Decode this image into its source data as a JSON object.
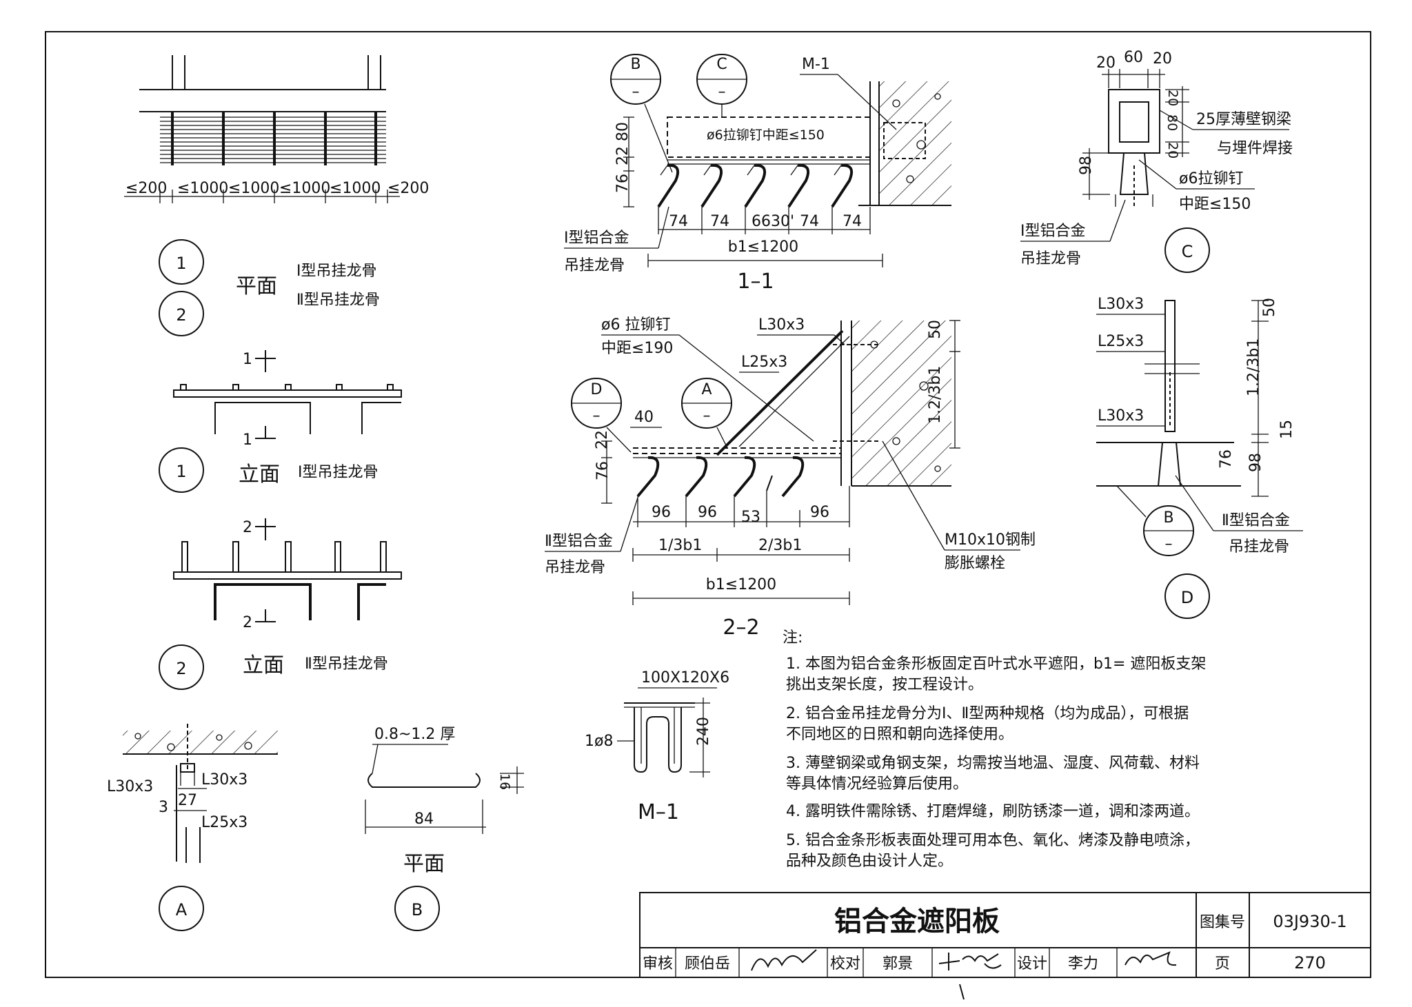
{
  "plan_row": {
    "dims": [
      "≤200",
      "≤1000",
      "≤1000",
      "≤1000",
      "≤1000",
      "≤200"
    ],
    "bubble_1": "1",
    "bubble_2": "2",
    "title": "平面",
    "line_1": "Ⅰ型吊挂龙骨",
    "line_2": "Ⅱ型吊挂龙骨"
  },
  "elev_1": {
    "cut_top": "1",
    "cut_bottom": "1",
    "bubble": "1",
    "title": "立面",
    "label": "Ⅰ型吊挂龙骨"
  },
  "elev_2": {
    "cut_top": "2",
    "cut_bottom": "2",
    "bubble": "2",
    "title": "立面",
    "label": "Ⅱ型吊挂龙骨"
  },
  "detail_a": {
    "l1": "L30x3",
    "l2": "L30x3",
    "d3": "3",
    "d27": "27",
    "l3": "L25x3",
    "bubble": "A"
  },
  "detail_b": {
    "thk": "0.8~1.2 厚",
    "h": "16",
    "w": "84",
    "title": "平面",
    "bubble": "B"
  },
  "section_1": {
    "ref_b": "B",
    "ref_c": "C",
    "dash": "–",
    "m1": "M-1",
    "rivet": "ø6拉铆钉中距≤150",
    "vdims": [
      "80",
      "22",
      "76"
    ],
    "hdims": [
      "74",
      "74",
      "66",
      "30'",
      "74",
      "74"
    ],
    "b1": "b1≤1200",
    "label_1": "Ⅰ型铝合金",
    "label_2": "吊挂龙骨",
    "title": "1–1"
  },
  "section_2": {
    "rivet_1": "ø6 拉铆钉",
    "rivet_2": "中距≤190",
    "l30": "L30x3",
    "l25": "L25x3",
    "ref_d": "D",
    "ref_a": "A",
    "dash": "–",
    "d40": "40",
    "d22": "22",
    "d76": "76",
    "d50": "50",
    "d13": "1.2/3b1",
    "hdims": [
      "96",
      "96",
      "53",
      "96"
    ],
    "third": "1/3b1",
    "twothird": "2/3b1",
    "b1": "b1≤1200",
    "bolt_1": "M10x10钢制",
    "bolt_2": "膨胀螺栓",
    "label_1": "Ⅱ型铝合金",
    "label_2": "吊挂龙骨",
    "title": "2–2"
  },
  "detail_c": {
    "top": [
      "20",
      "60",
      "20"
    ],
    "right": [
      "20",
      "80",
      "20"
    ],
    "h98": "98",
    "beam_1": "25厚薄壁钢梁",
    "beam_2": "与埋件焊接",
    "rivet_1": "ø6拉铆钉",
    "rivet_2": "中距≤150",
    "label_1": "Ⅰ型铝合金",
    "label_2": "吊挂龙骨",
    "bubble": "C"
  },
  "detail_d": {
    "l1": "L30x3",
    "l2": "L25x3",
    "l3": "L30x3",
    "d50": "50",
    "d13": "1.2/3b1",
    "d15": "15",
    "d76": "76",
    "d98": "98",
    "ref": "B",
    "dash": "–",
    "label_1": "Ⅱ型铝合金",
    "label_2": "吊挂龙骨",
    "bubble": "D"
  },
  "m1": {
    "plate": "100X120X6",
    "bar": "1ø8",
    "h": "240",
    "title": "M–1"
  },
  "notes": {
    "head": "注:",
    "items": [
      "1. 本图为铝合金条形板固定百叶式水平遮阳，b1= 遮阳板支架",
      "    挑出支架长度，按工程设计。",
      "2. 铝合金吊挂龙骨分为Ⅰ、Ⅱ型两种规格（均为成品），可根据",
      "    不同地区的日照和朝向选择使用。",
      "3. 薄壁钢梁或角钢支架，均需按当地温、湿度、风荷载、材料",
      "    等具体情况经验算后使用。",
      "4. 露明铁件需除锈、打磨焊缝，刷防锈漆一道，调和漆两道。",
      "5. 铝合金条形板表面处理可用本色、氧化、烤漆及静电喷涂，",
      "    品种及颜色由设计人定。"
    ]
  },
  "title_block": {
    "title": "铝合金遮阳板",
    "atlas_label": "图集号",
    "atlas_no": "03J930-1",
    "review_label": "审核",
    "reviewer": "顾伯岳",
    "check_label": "校对",
    "checker": "郭景",
    "design_label": "设计",
    "designer": "李力",
    "page_label": "页",
    "page_no": "270"
  }
}
